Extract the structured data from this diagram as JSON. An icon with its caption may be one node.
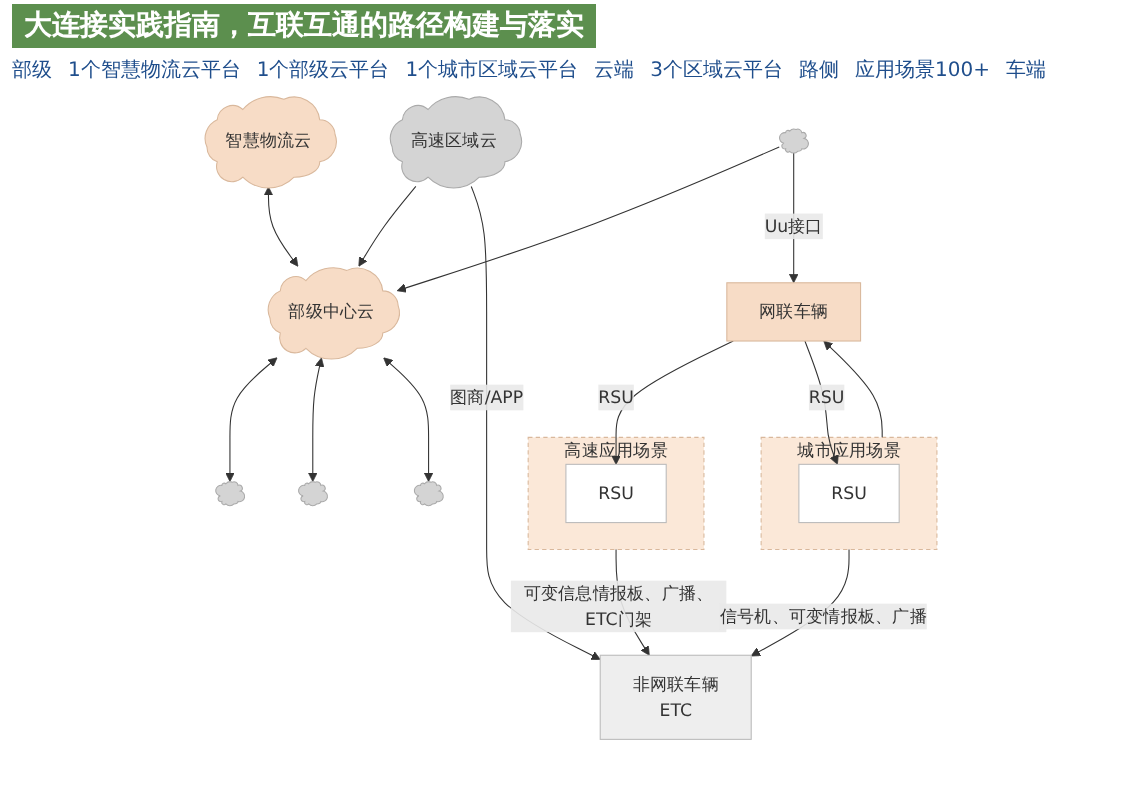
{
  "diagram": {
    "title": "大连接实践指南，互联互通的路径构建与落实",
    "nodes": [
      {
        "text": [
          "部级中心云"
        ]
      },
      {
        "text": [
          "智慧物流云"
        ]
      },
      {
        "text": [],
        "shape": "cloud"
      },
      {
        "text": [],
        "shape": "cloud"
      },
      {
        "text": [],
        "shape": "cloud"
      },
      {
        "text": [
          "高速区域云"
        ]
      },
      {
        "text": [],
        "shape": "cloud"
      },
      {
        "text": [
          "高速应用场景"
        ]
      },
      {
        "text": [
          "RSU"
        ],
        "in": 7
      },
      {
        "text": [
          "城市应用场景"
        ]
      },
      {
        "text": [
          "RSU"
        ],
        "in": 9
      },
      {
        "text": [
          "非网联车辆",
          "ETC"
        ]
      },
      {
        "text": [
          "网联车辆"
        ]
      }
    ],
    "edges": [
      {
        "from": 1,
        "to": 0,
        "arrow": "both"
      },
      {
        "from": 0,
        "to": 2,
        "arrow": "both"
      },
      {
        "from": 0,
        "to": 3,
        "arrow": "both"
      },
      {
        "from": 0,
        "to": 4,
        "arrow": "both"
      },
      {
        "from": 5,
        "to": 0,
        "arrow": "to"
      },
      {
        "from": 6,
        "to": 0,
        "arrow": "to"
      },
      {
        "from": 7,
        "to": 11,
        "arrow": "to",
        "label": "可变信息情报板、广播、ETC门架"
      },
      {
        "from": 12,
        "to": 8,
        "arrow": "to",
        "label": "RSU"
      },
      {
        "from": 9,
        "to": 11,
        "arrow": "to",
        "label": "信号机、可变情报板、广播"
      },
      {
        "from": 9,
        "to": 12,
        "arrow": "to"
      },
      {
        "from": 12,
        "to": 10,
        "arrow": "to",
        "label": "RSU"
      },
      {
        "from": 5,
        "to": 11,
        "arrow": "to",
        "label": "图商/APP"
      },
      {
        "from": 6,
        "to": 12,
        "arrow": "to",
        "label": "Uu接口"
      }
    ],
    "labels": [
      "部级",
      "1个智慧物流云平台",
      "1个部级云平台",
      "1个城市区域云平台",
      "云端",
      "3个区域云平台",
      "路侧",
      "应用场景100+",
      "车端"
    ]
  }
}
